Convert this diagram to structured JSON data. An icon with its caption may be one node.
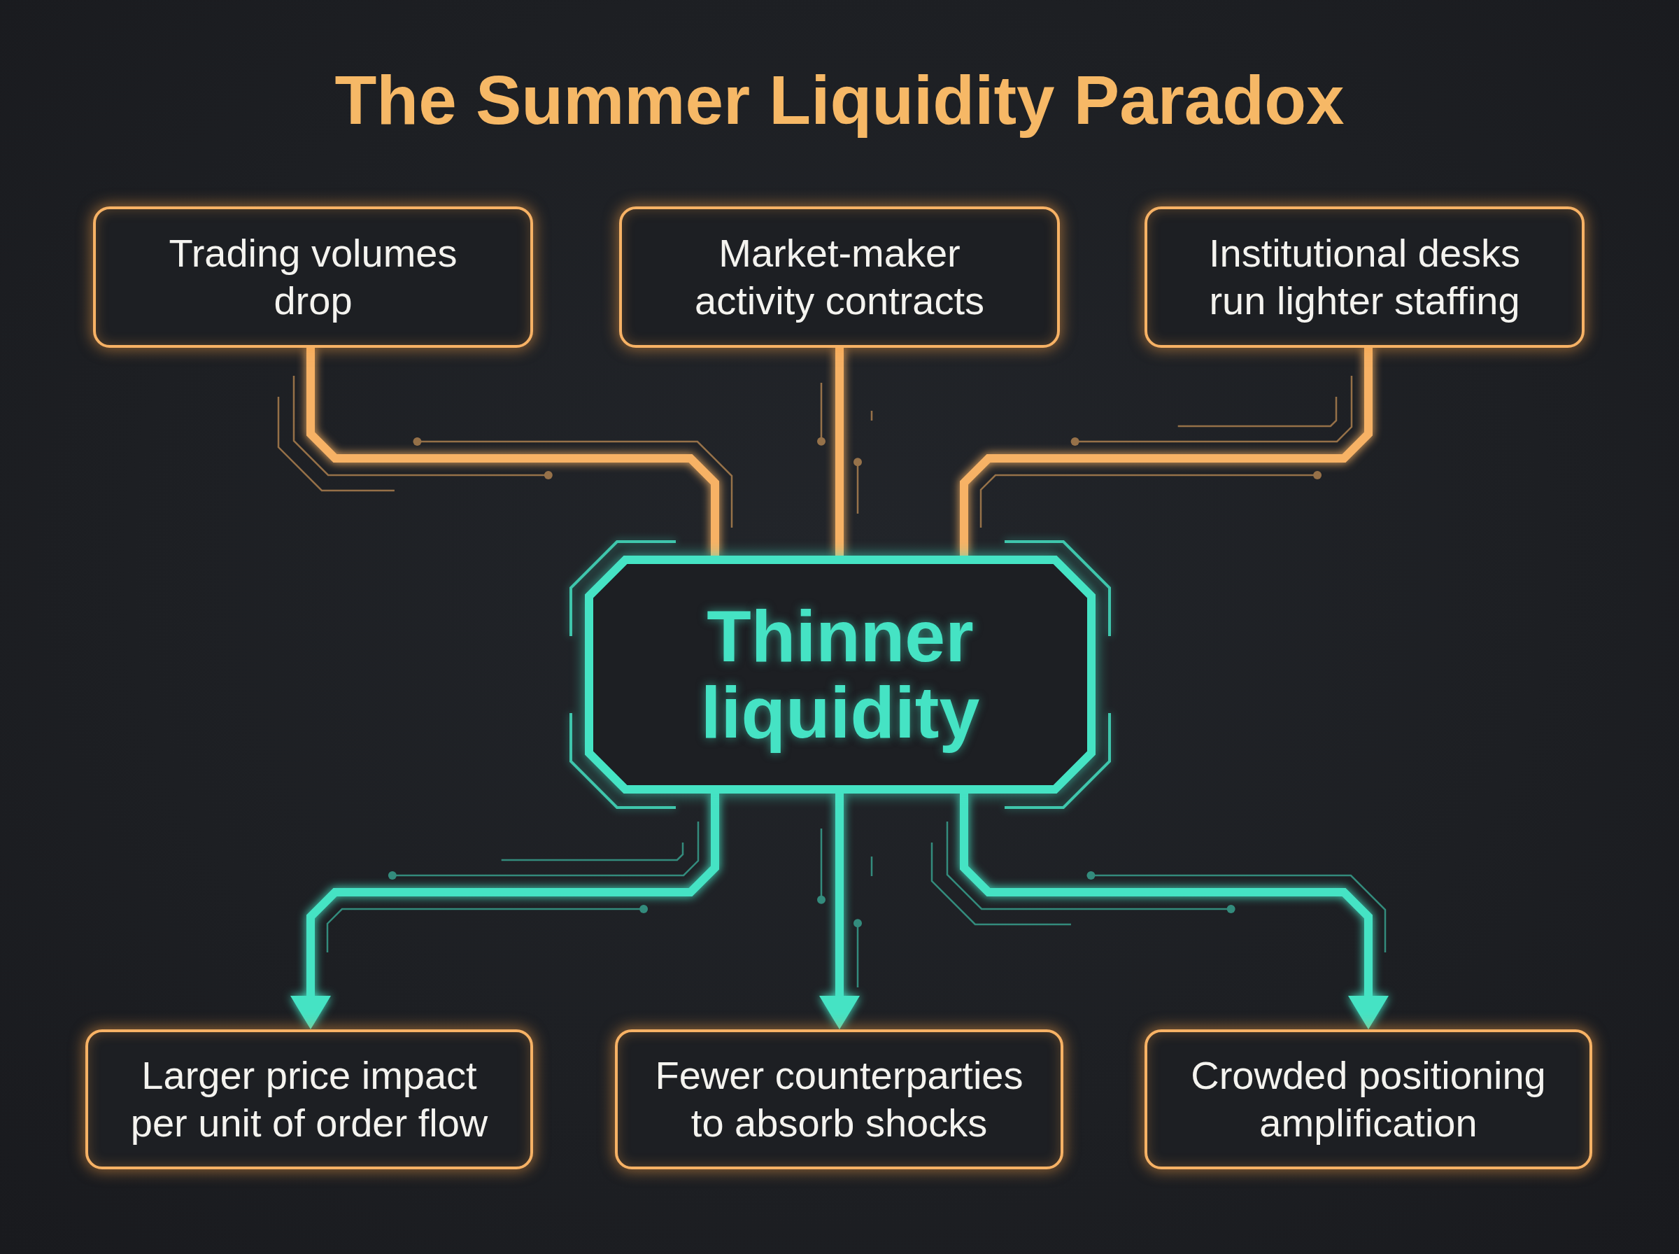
{
  "diagram": {
    "title": "The Summer Liquidity Paradox",
    "nodes": [
      {
        "text": [
          "Trading volumes drop"
        ]
      },
      {
        "text": [
          "Market-maker activity contracts"
        ]
      },
      {
        "text": [
          "Institutional desks run lighter staffing"
        ]
      },
      {
        "text": [
          "Thinner liquidity"
        ]
      },
      {
        "text": [
          "Larger price impact per unit of order flow"
        ]
      },
      {
        "text": [
          "Fewer counterparties to absorb shocks"
        ]
      },
      {
        "text": [
          "Crowded positioning amplification"
        ]
      }
    ],
    "edges": [
      {
        "from": 0,
        "to": 3,
        "arrow": "none"
      },
      {
        "from": 1,
        "to": 3,
        "arrow": "none"
      },
      {
        "from": 2,
        "to": 3,
        "arrow": "none"
      },
      {
        "from": 3,
        "to": 4,
        "arrow": "to",
        "color": "#45e3c4"
      },
      {
        "from": 3,
        "to": 5,
        "arrow": "to",
        "color": "#45e3c4"
      },
      {
        "from": 3,
        "to": 6,
        "arrow": "to",
        "color": "#45e3c4"
      }
    ]
  }
}
